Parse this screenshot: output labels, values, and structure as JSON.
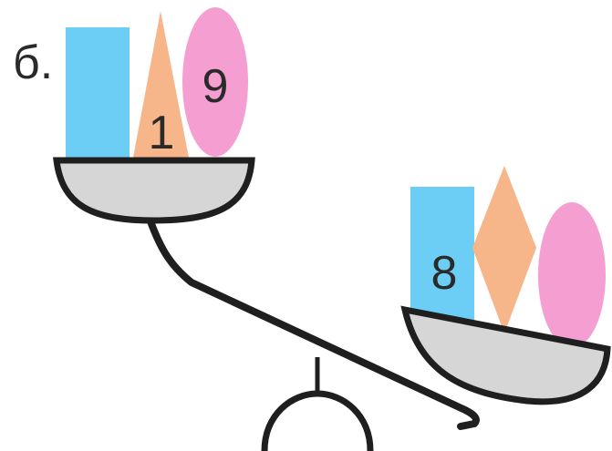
{
  "problem_label": "б.",
  "left_pan": {
    "items": [
      {
        "shape": "square",
        "color": "#6ccef5",
        "label": ""
      },
      {
        "shape": "triangle",
        "color": "#f7b58a",
        "label": "1"
      },
      {
        "shape": "circle",
        "color": "#f59ed2",
        "label": "9"
      }
    ]
  },
  "right_pan": {
    "items": [
      {
        "shape": "square",
        "color": "#6ccef5",
        "label": "8"
      },
      {
        "shape": "rhombus",
        "color": "#f7b58a",
        "label": ""
      },
      {
        "shape": "circle",
        "color": "#f59ed2",
        "label": ""
      }
    ]
  },
  "colors": {
    "pan_fill": "#d6d6d6",
    "outline": "#1f1f1f"
  }
}
